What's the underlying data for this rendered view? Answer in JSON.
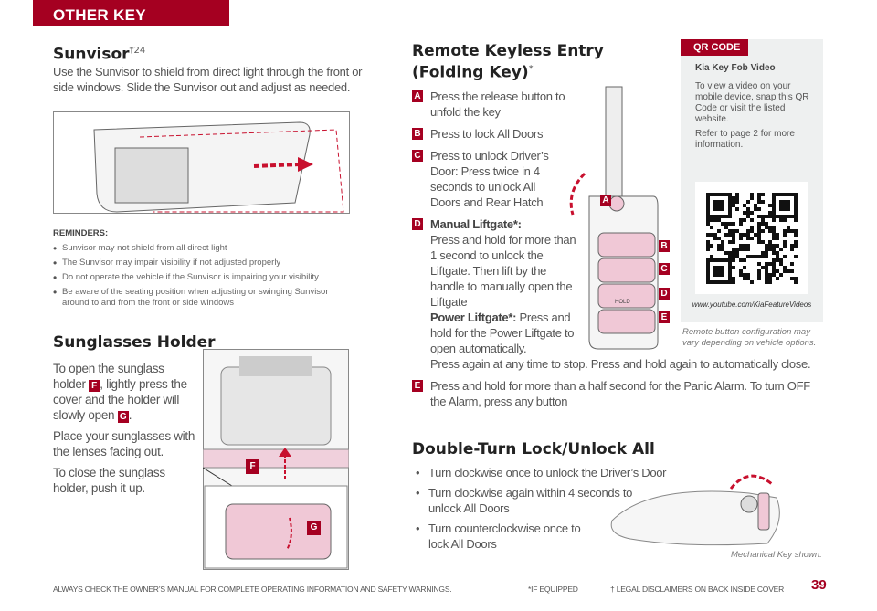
{
  "header": {
    "section": "OTHER KEY FEATURES"
  },
  "sunvisor": {
    "title": "Sunvisor",
    "sup": "†24",
    "body": "Use the Sunvisor to shield from direct light through the front or side windows. Slide the Sunvisor out and adjust as needed.",
    "reminders_title": "REMINDERS:",
    "reminders": [
      "Sunvisor may not shield from all direct light",
      "The Sunvisor may impair visibility if not adjusted properly",
      "Do not operate the vehicle if the Sunvisor is impairing your visibility",
      "Be aware of the seating position when adjusting or swinging Sunvisor around to and from the front or side windows"
    ]
  },
  "sunglasses": {
    "title": "Sunglasses Holder",
    "p1a": "To open the sunglass holder ",
    "p1b": ", lightly press the cover and the holder will slowly open ",
    "p1c": ".",
    "p2": "Place your sunglasses with the lenses facing out.",
    "p3": "To close the sunglass holder, push it up.",
    "label_f": "F",
    "label_g": "G"
  },
  "rke": {
    "title_line1": "Remote Keyless Entry",
    "title_line2": "(Folding Key)",
    "sup": "*",
    "items": [
      {
        "badge": "A",
        "text": "Press the release button to unfold the key"
      },
      {
        "badge": "B",
        "text": "Press to lock All Doors"
      },
      {
        "badge": "C",
        "text": "Press to unlock Driver’s Door: Press twice in 4 seconds to unlock All Doors and Rear Hatch"
      },
      {
        "badge": "D",
        "bold1": "Manual Liftgate*:",
        "text1": "Press and hold for more than 1 second to unlock the Liftgate. Then lift by the handle to manually open the Liftgate",
        "bold2": "Power Liftgate*:",
        "text2": "Press and hold for the Power Liftgate to open automatically.",
        "text3": "Press again at any time to stop. Press and hold again to automatically close."
      },
      {
        "badge": "E",
        "text": "Press and hold for more than a half second for the Panic Alarm. To turn OFF the Alarm, press any button"
      }
    ],
    "fob_hold": "HOLD",
    "caption": "Remote button configuration may vary depending on vehicle options."
  },
  "qr": {
    "tag": "QR CODE",
    "title": "Kia Key Fob Video",
    "p1": "To view a video on your mobile device, snap this QR Code or visit the listed website.",
    "p2": "Refer to page 2 for more information.",
    "url": "www.youtube.com/KiaFeatureVideos"
  },
  "doubleturn": {
    "title": "Double-Turn Lock/Unlock All",
    "bullets": [
      "Turn clockwise once to unlock the Driver’s Door",
      "Turn clockwise again within 4 seconds to unlock All Doors",
      "Turn counterclockwise once to lock All Doors"
    ],
    "caption": "Mechanical Key shown."
  },
  "footer": {
    "warning": "ALWAYS CHECK THE OWNER’S MANUAL FOR COMPLETE OPERATING INFORMATION AND SAFETY WARNINGS.",
    "equipped": "*IF EQUIPPED",
    "legal": "† LEGAL DISCLAIMERS ON BACK INSIDE COVER",
    "page": "39"
  },
  "colors": {
    "accent": "#a50021",
    "panel": "#eef0f0"
  }
}
